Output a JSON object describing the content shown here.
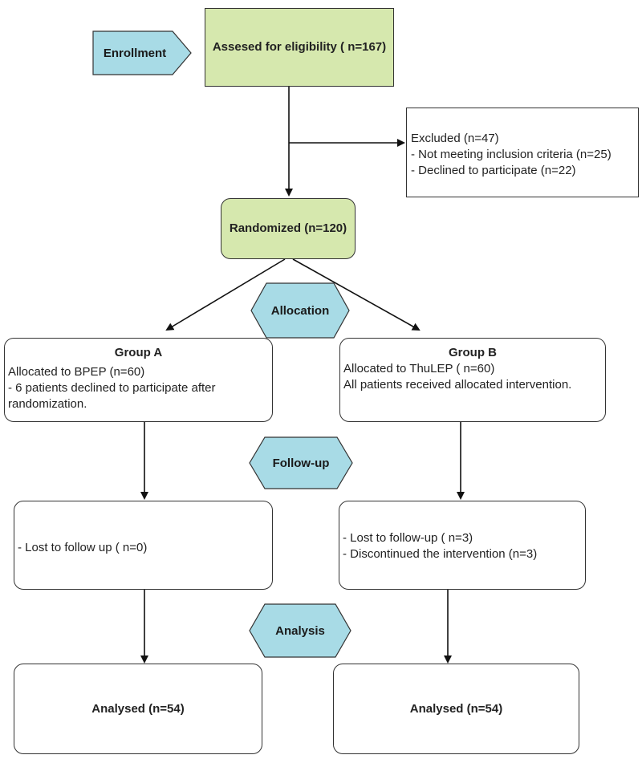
{
  "enrollment": {
    "label": "Enrollment"
  },
  "eligibility": {
    "text": "Assesed for eligibility ( n=167)"
  },
  "excluded": {
    "lines": [
      "Excluded (n=47)",
      "- Not meeting inclusion criteria (n=25)",
      "- Declined to participate (n=22)"
    ]
  },
  "randomized": {
    "text": "Randomized (n=120)"
  },
  "stages": {
    "allocation": "Allocation",
    "followup": "Follow-up",
    "analysis": "Analysis"
  },
  "group_a": {
    "title": "Group A",
    "lines": [
      "Allocated to BPEP (n=60)",
      "- 6 patients declined to participate after randomization."
    ]
  },
  "group_b": {
    "title": "Group B",
    "lines": [
      "Allocated to ThuLEP ( n=60)",
      "All patients received allocated intervention."
    ]
  },
  "followup_a": {
    "lines": [
      "- Lost to follow up ( n=0)"
    ]
  },
  "followup_b": {
    "lines": [
      "- Lost to follow-up ( n=3)",
      "- Discontinued the intervention (n=3)"
    ]
  },
  "analysed_a": {
    "text": "Analysed (n=54)"
  },
  "analysed_b": {
    "text": "Analysed (n=54)"
  },
  "colors": {
    "green": "#d6e8ae",
    "blue": "#a8dbe6",
    "border": "#333333"
  }
}
